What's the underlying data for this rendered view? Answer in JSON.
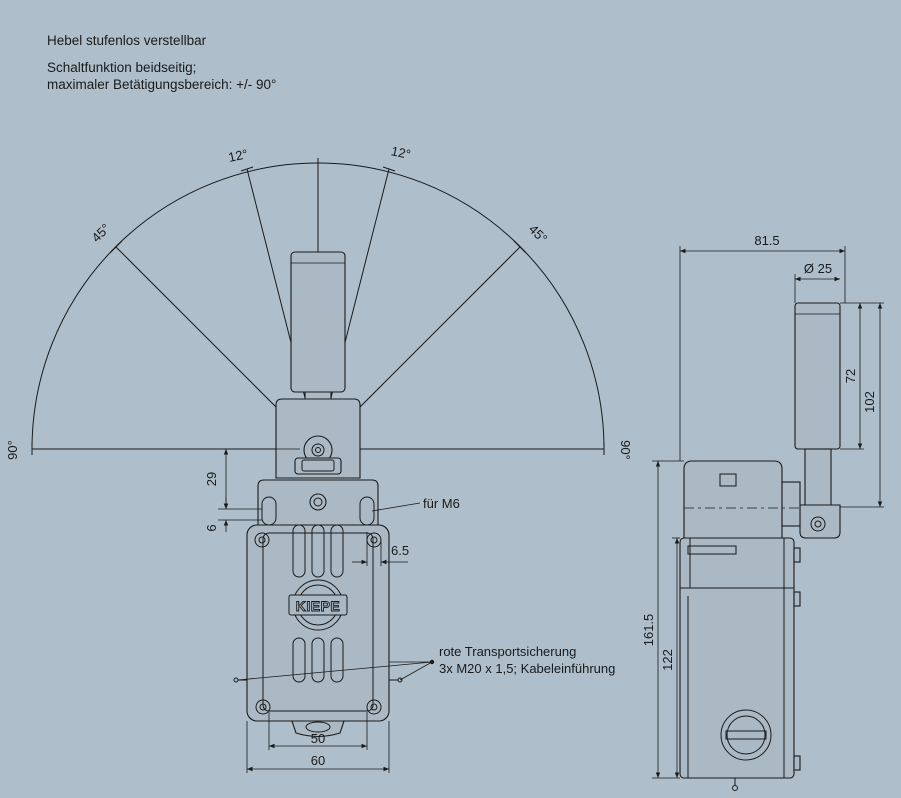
{
  "notes": {
    "lever": "Hebel stufenlos verstellbar",
    "switch_line1": "Schaltfunktion beidseitig;",
    "switch_line2": "maximaler Betätigungsbereich: +/- 90°"
  },
  "angles": {
    "left_90": "90°",
    "right_90": "90°",
    "left_45": "45°",
    "right_45": "45°",
    "left_12": "12°",
    "right_12": "12°"
  },
  "front_view": {
    "dim_29": "29",
    "dim_6": "6",
    "dim_6_5": "6.5",
    "dim_50": "50",
    "dim_60": "60",
    "label_m6": "für M6",
    "logo": "KIEPE",
    "callout_line1": "rote Transportsicherung",
    "callout_line2": "3x M20 x 1,5; Kabeleinführung"
  },
  "side_view": {
    "dim_81_5": "81.5",
    "dim_d25": "Ø 25",
    "dim_72": "72",
    "dim_102": "102",
    "dim_161_5": "161.5",
    "dim_122": "122"
  },
  "colors": {
    "background": "#aebfcb",
    "line": "#1a1a1a"
  }
}
